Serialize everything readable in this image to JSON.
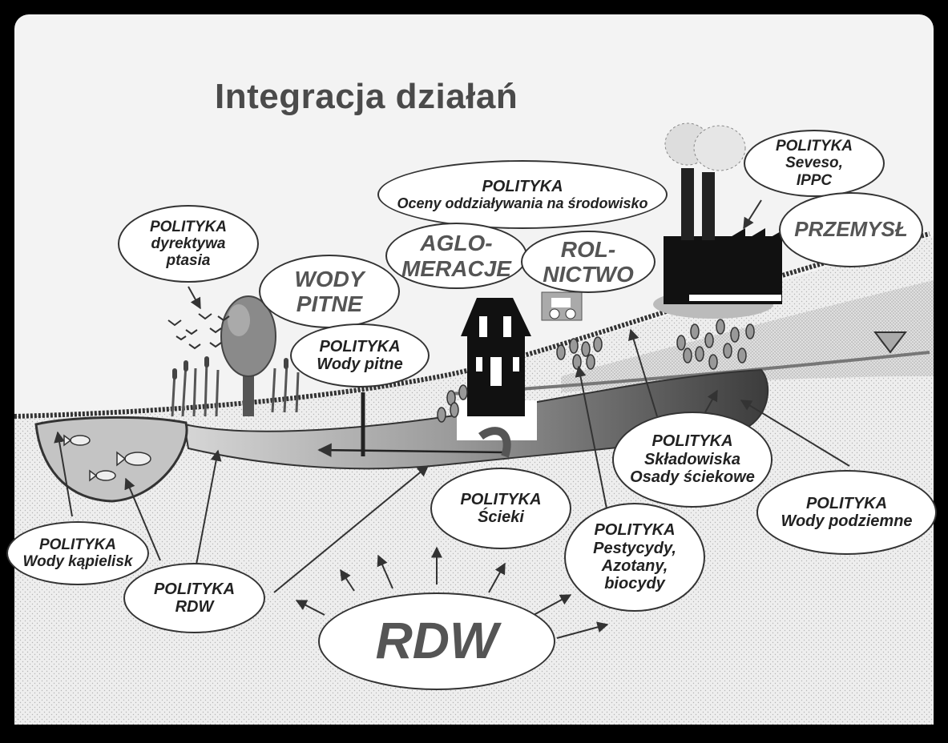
{
  "title": "Integracja działań",
  "bubbles": {
    "dyrektywa_ptasia": {
      "line1": "POLITYKA",
      "line2": "dyrektywa",
      "line3": "ptasia"
    },
    "wody_pitne_label": {
      "line1": "WODY",
      "line2": "PITNE"
    },
    "wody_pitne_policy": {
      "line1": "POLITYKA",
      "line2": "Wody pitne"
    },
    "oceny": {
      "line1": "POLITYKA",
      "line2": "Oceny oddziaływania na środowisko"
    },
    "aglomeracje": {
      "line1": "AGLO-",
      "line2": "MERACJE"
    },
    "rolnictwo": {
      "line1": "ROL-",
      "line2": "NICTWO"
    },
    "seveso": {
      "line1": "POLITYKA",
      "line2": "Seveso,",
      "line3": "IPPC"
    },
    "przemysl": {
      "line1": "PRZEMYSŁ"
    },
    "skladowiska": {
      "line1": "POLITYKA",
      "line2": "Składowiska",
      "line3": "Osady ściekowe"
    },
    "scieki": {
      "line1": "POLITYKA",
      "line2": "Ścieki"
    },
    "wody_podziemne": {
      "line1": "POLITYKA",
      "line2": "Wody podziemne"
    },
    "pestycydy": {
      "line1": "POLITYKA",
      "line2": "Pestycydy,",
      "line3": "Azotany,",
      "line4": "biocydy"
    },
    "wody_kapielisk": {
      "line1": "POLITYKA",
      "line2": "Wody kąpielisk"
    },
    "rdw_policy": {
      "line1": "POLITYKA",
      "line2": "RDW"
    },
    "rdw_main": {
      "line1": "RDW"
    }
  },
  "colors": {
    "frame": "#000000",
    "canvas": "#f2f2f2",
    "ground": "#d9d9d9",
    "water_light": "#bdbdbd",
    "water_dark": "#555555",
    "building": "#111111",
    "text_dark": "#222222",
    "text_grey": "#555555"
  }
}
